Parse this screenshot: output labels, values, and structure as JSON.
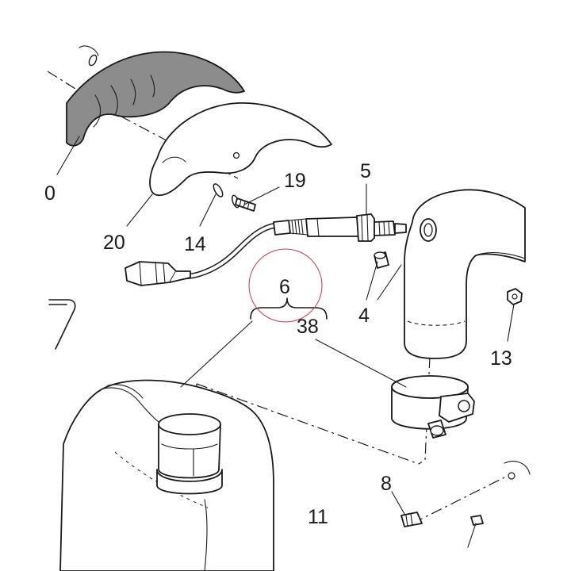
{
  "callouts": {
    "c10": "0",
    "c20": "20",
    "c14": "14",
    "c19": "19",
    "c5": "5",
    "c4": "4",
    "c6": "6",
    "c38": "38",
    "c13": "13",
    "c8": "8",
    "c11": "11"
  },
  "colors": {
    "line": "#1a1a1a",
    "shaded_part": "#8c8c8c",
    "highlight_circle": "#c0394b",
    "background": "#ffffff"
  }
}
